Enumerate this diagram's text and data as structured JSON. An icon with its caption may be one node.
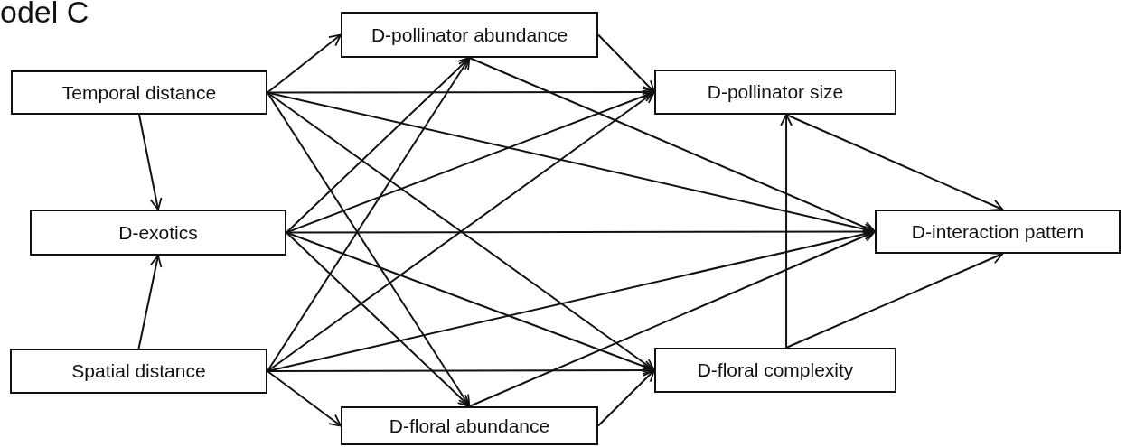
{
  "diagram": {
    "title": "odel C",
    "nodes": [
      {
        "text": [
          "Temporal distance"
        ]
      },
      {
        "text": [
          "D-pollinator abundance"
        ]
      },
      {
        "text": [
          "D-pollinator size"
        ]
      },
      {
        "text": [
          "D-exotics"
        ]
      },
      {
        "text": [
          "D-interaction pattern"
        ]
      },
      {
        "text": [
          "Spatial distance"
        ]
      },
      {
        "text": [
          "D-floral complexity"
        ]
      },
      {
        "text": [
          "D-floral abundance"
        ]
      }
    ],
    "edges": [
      {
        "from": 0,
        "to": 1,
        "arrow": "to"
      },
      {
        "from": 0,
        "to": 2,
        "arrow": "to"
      },
      {
        "from": 0,
        "to": 4,
        "arrow": "to"
      },
      {
        "from": 0,
        "to": 6,
        "arrow": "to"
      },
      {
        "from": 0,
        "to": 7,
        "arrow": "to"
      },
      {
        "from": 0,
        "to": 3,
        "arrow": "to"
      },
      {
        "from": 3,
        "to": 1,
        "arrow": "to"
      },
      {
        "from": 3,
        "to": 2,
        "arrow": "to"
      },
      {
        "from": 3,
        "to": 4,
        "arrow": "to"
      },
      {
        "from": 3,
        "to": 6,
        "arrow": "to"
      },
      {
        "from": 3,
        "to": 7,
        "arrow": "to"
      },
      {
        "from": 5,
        "to": 1,
        "arrow": "to"
      },
      {
        "from": 5,
        "to": 2,
        "arrow": "to"
      },
      {
        "from": 5,
        "to": 4,
        "arrow": "to"
      },
      {
        "from": 5,
        "to": 6,
        "arrow": "to"
      },
      {
        "from": 5,
        "to": 7,
        "arrow": "to"
      },
      {
        "from": 5,
        "to": 3,
        "arrow": "to"
      },
      {
        "from": 1,
        "to": 2,
        "arrow": "to"
      },
      {
        "from": 1,
        "to": 4,
        "arrow": "to"
      },
      {
        "from": 7,
        "to": 6,
        "arrow": "to"
      },
      {
        "from": 7,
        "to": 4,
        "arrow": "to"
      },
      {
        "from": 6,
        "to": 2,
        "arrow": "to"
      },
      {
        "from": 6,
        "to": 4,
        "arrow": "to"
      },
      {
        "from": 2,
        "to": 4,
        "arrow": "to"
      }
    ]
  }
}
